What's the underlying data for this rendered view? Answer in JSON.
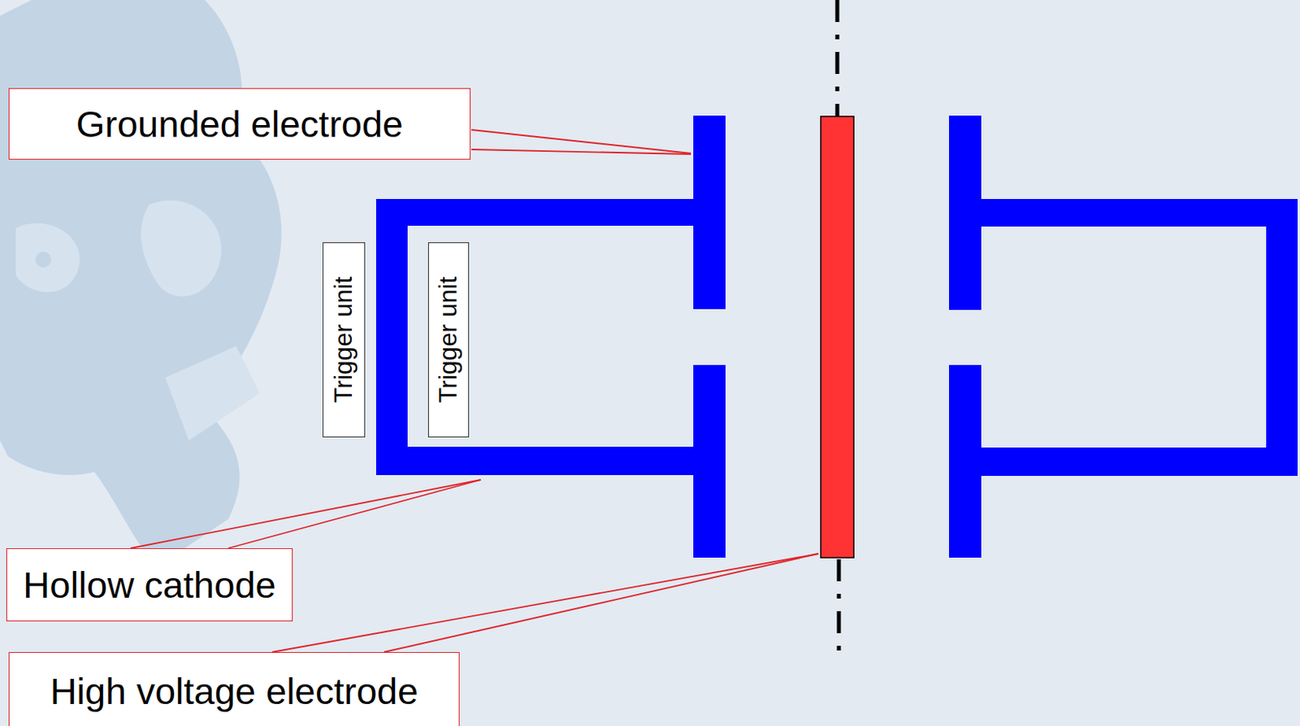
{
  "diagram": {
    "nodes": [
      {
        "text": [
          "Grounded electrode"
        ]
      },
      {
        "text": [
          "Trigger unit"
        ]
      },
      {
        "text": [
          "Trigger unit"
        ]
      },
      {
        "text": [
          "Hollow cathode"
        ]
      },
      {
        "text": [
          "High voltage electrode"
        ]
      }
    ]
  }
}
